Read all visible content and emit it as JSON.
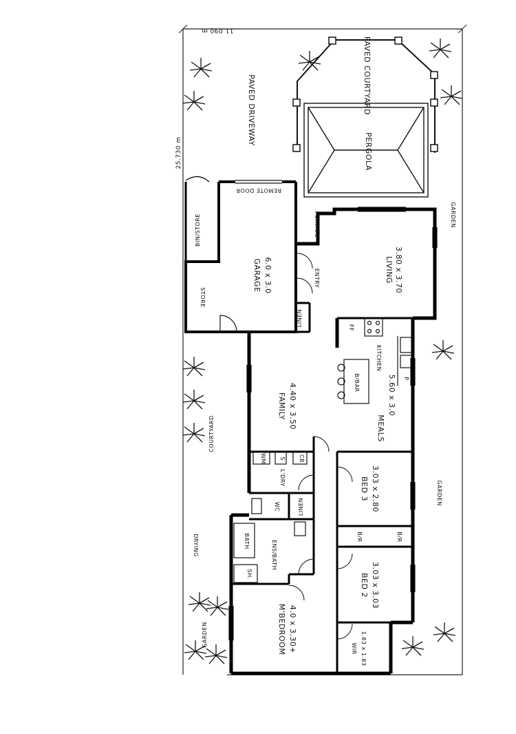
{
  "plan": {
    "dimensions": {
      "depth": "25.730 m",
      "width": "11.090 m"
    },
    "rooms": {
      "paved_courtyard": {
        "name": "PAVED COURTYARD"
      },
      "paved_driveway": {
        "name": "PAVED DRIVEWAY"
      },
      "pergola": {
        "name": "PERGOLA"
      },
      "remote_door": {
        "name": "REMOTE DOOR"
      },
      "portico": {
        "name": "PORTICO"
      },
      "bin_store": {
        "name": "BIN/STORE"
      },
      "garage": {
        "name": "GARAGE",
        "size": "6.0 x 3.0"
      },
      "store": {
        "name": "STORE"
      },
      "entry": {
        "name": "ENTRY"
      },
      "linen_1": {
        "name": "LINEN"
      },
      "living": {
        "name": "LIVING",
        "size": "3.80 x 3.70"
      },
      "kitchen": {
        "name": "KITCHEN"
      },
      "family": {
        "name": "FAMILY",
        "size": "4.40 x 3.50"
      },
      "meals": {
        "name": "MEALS",
        "size": "5.60 x 3.0"
      },
      "bbar": {
        "name": "B/BAR"
      },
      "ldry": {
        "name": "L'DRY"
      },
      "wc": {
        "name": "WC"
      },
      "linen_2": {
        "name": "LINEN"
      },
      "bed3": {
        "name": "BED 3",
        "size": "3.03 x 2.80"
      },
      "ens_bath": {
        "name": "ENS/BATH"
      },
      "bath": {
        "name": "BATH"
      },
      "shower": {
        "name": "SH."
      },
      "bed2": {
        "name": "BED 2",
        "size": "3.03 x 3.03"
      },
      "master_bedroom": {
        "name": "M'BEDROOM",
        "size": "4.0 x 3.30+"
      },
      "wir": {
        "name": "WIR",
        "size": "1.83 x 1.83"
      }
    },
    "outdoor": {
      "garden_east": "GARDEN",
      "garden_west": "GARDEN",
      "garden_south": "GARDEN",
      "courtyard": "COURTYARD",
      "drying": "DRYING"
    },
    "fixtures": {
      "fridge": "FF",
      "pantry": "P",
      "robe_1": "B/R",
      "robe_2": "B/R",
      "cupboard": "CB",
      "wm": "WM",
      "s": "S"
    }
  }
}
